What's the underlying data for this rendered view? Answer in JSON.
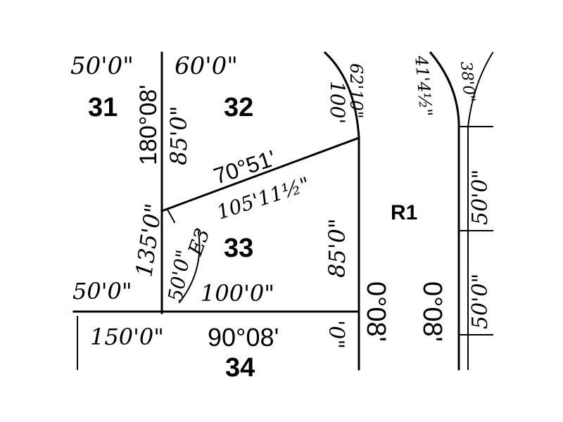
{
  "map": {
    "lots": {
      "lot31": "31",
      "lot32": "32",
      "lot33": "33",
      "lot34": "34",
      "road": "R1"
    },
    "dimensions": {
      "top_left": "50'0\"",
      "top_mid": "60'0\"",
      "lot32_west": "85'0\"",
      "lot32_east": "100'",
      "arc_label": "62'10\"",
      "right_top": "41'4½\"",
      "right_corner": "38'0\"",
      "lot33_north": "105'11½\"",
      "lot33_west": "50'0\"",
      "lot33_east": "85'0\"",
      "lot33_south": "100'0\"",
      "left_mid": "50'0\"",
      "left_long": "135'0\"",
      "bottom_left": "150'0\"",
      "bottom_mid": "'0\"",
      "right_col_1": "50'0\"",
      "right_col_2": "50'0\""
    },
    "bearings": {
      "vertical_left": "180°08'",
      "diagonal": "70°51'",
      "horizontal": "90°08'",
      "vertical_road_left": "0°08'",
      "vertical_road_right": "0°08'"
    },
    "easement": "E3"
  }
}
